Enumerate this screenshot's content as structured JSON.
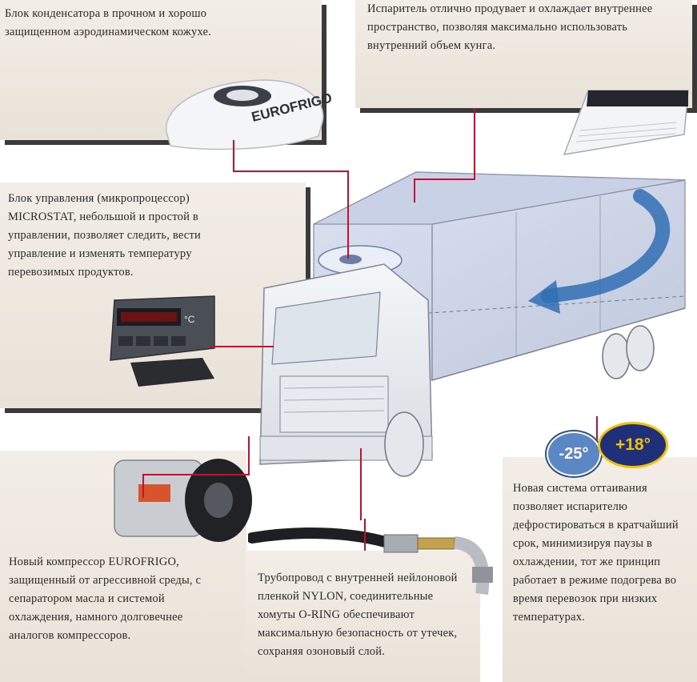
{
  "captions": {
    "condenser": "Блок конденсатора в прочном и хорошо защищенном аэродинамическом кожухе.",
    "evaporator": "Испаритель отлично продувает и охлаждает внутреннее пространство, позволяя максимально использовать внутренний объем кунга.",
    "control": "Блок управления (микропроцессор) MICROSTAT, небольшой и простой в управлении, позволяет следить, вести управление и изменять температуру перевозимых продуктов.",
    "defrost": "Новая система оттаивания позволяет испарителю дефростироваться в кратчайший срок, минимизируя паузы в охлаждении, тот же принцип работает в режиме подогрева во время перевозок при низких температурах.",
    "compressor": "Новый компрессор EUROFRIGO, защищенный от агрессивной среды, с сепаратором масла и системой охлаждения, намного долговечнее аналогов компрессоров.",
    "piping": "Трубопровод с внутренней нейлоновой пленкой NYLON, соединительные хомуты O-RING обеспечивают максимальную безопасность от утечек, сохраняя озоновый слой."
  },
  "brand_label": "EUROFRIGO",
  "display_unit": "°C",
  "temperatures": {
    "cold": "-25°",
    "warm": "+18°"
  },
  "colors": {
    "wire": "#c8102e",
    "panel": "#ece6dd",
    "arrow": "#2f6fb3",
    "cold_badge": "#5b87c5",
    "warm_badge": "#f2c200"
  }
}
